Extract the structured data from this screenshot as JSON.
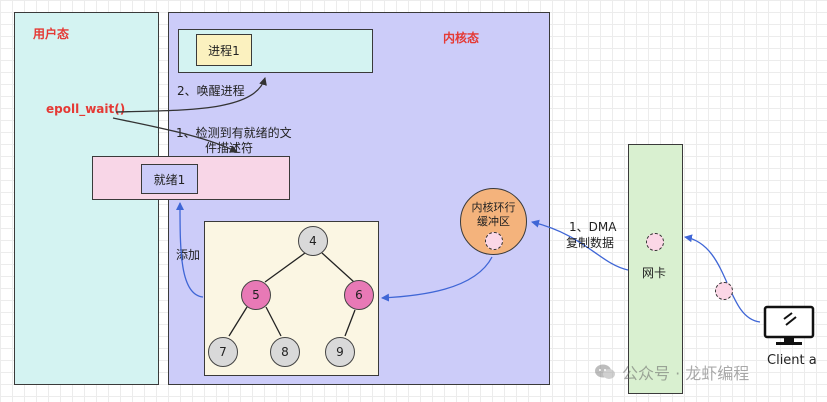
{
  "user_space": {
    "title": "用户态",
    "epoll_wait": "epoll_wait()"
  },
  "kernel_space": {
    "title": "内核态"
  },
  "process": {
    "label": "进程1"
  },
  "ready_list": {
    "item": "就绪1"
  },
  "steps": {
    "wake_process": "2、唤醒进程",
    "detect_line1": "1、检测到有就绪的文",
    "detect_line2": "件描述符",
    "add": "添加",
    "dma_line1": "1、DMA",
    "dma_line2": "复制数据"
  },
  "ring_buffer": {
    "line1": "内核环行",
    "line2": "缓冲区"
  },
  "nic": {
    "label": "网卡"
  },
  "client": {
    "label": "Client a"
  },
  "tree_nodes": [
    "4",
    "5",
    "6",
    "7",
    "8",
    "9"
  ],
  "watermark": "公众号 · 龙虾编程",
  "colors": {
    "user_space_bg": "#d4f3f2",
    "kernel_space_bg": "#ccccf9",
    "process_bg": "#fbf1bf",
    "ready_list_bg": "#f8d6e7",
    "tree_bg": "#fbf6e3",
    "buffer_bg": "#f4b37c",
    "nic_bg": "#d9f0d0",
    "highlight_node": "#e879b6",
    "plain_node": "#d9d9d9",
    "accent_blue": "#3f66d6",
    "title_red": "#e53935"
  }
}
